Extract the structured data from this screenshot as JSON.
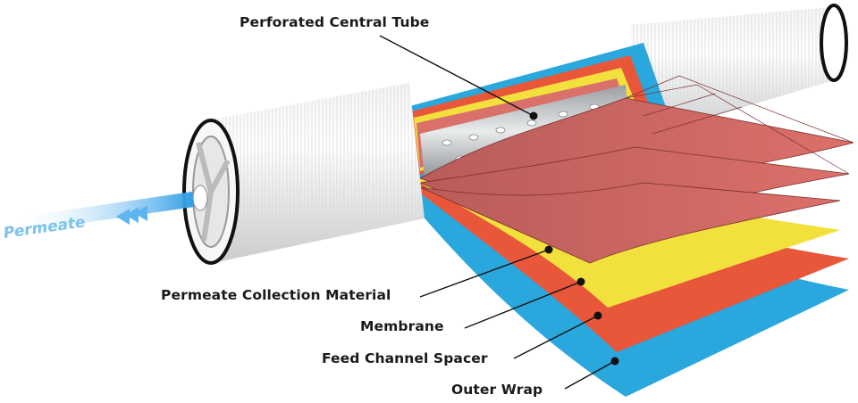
{
  "title": "Spiral wound reverse osmosis membrane element",
  "labels": {
    "central_tube": "Perforated Central Tube",
    "permeate": "Permeate",
    "collection_material": "Permeate Collection Material",
    "membrane": "Membrane",
    "feed_spacer": "Feed Channel Spacer",
    "outer_wrap": "Outer Wrap"
  },
  "colors": {
    "outer_wrap": "#2aa7dc",
    "feed_spacer": "#e8573a",
    "membrane_layer": "#f2e03c",
    "collection_sheets": "#d9706a",
    "permeate_flow": "#4fb0ea"
  }
}
